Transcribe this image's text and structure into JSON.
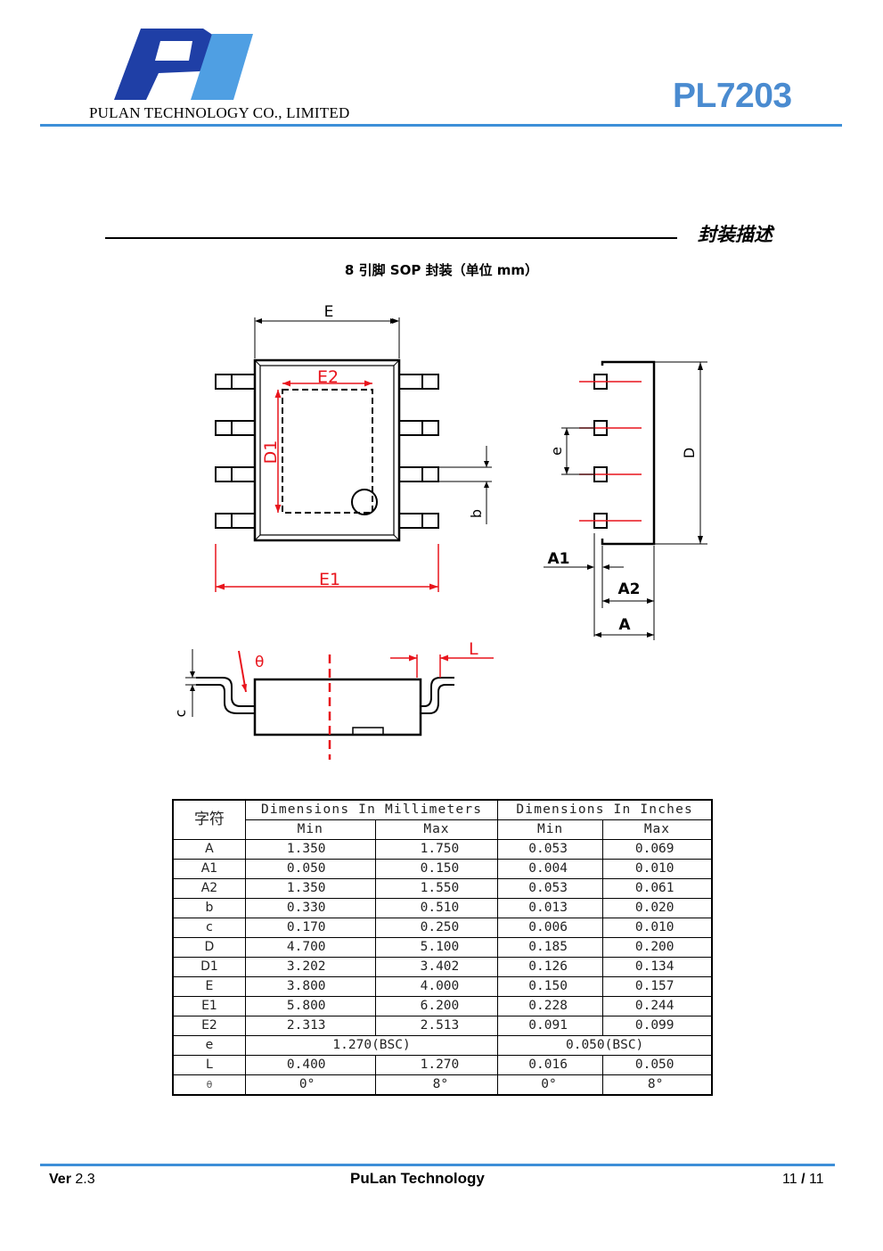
{
  "header": {
    "company": "PULAN TECHNOLOGY CO., LIMITED",
    "part_number": "PL7203",
    "brand_colors": {
      "logo_dark": "#1f3fa6",
      "logo_light": "#4f9fe3",
      "rule": "#3d8fd8",
      "part_number": "#4a8bd0"
    }
  },
  "section": {
    "title": "封装描述"
  },
  "package": {
    "title": "8 引脚 SOP 封装（单位 mm）"
  },
  "drawing": {
    "labels": {
      "E": "E",
      "E2": "E2",
      "D1": "D1",
      "E1": "E1",
      "b": "b",
      "e": "e",
      "D": "D",
      "A1": "A1",
      "A2": "A2",
      "A": "A",
      "theta": "θ",
      "L": "L",
      "c": "c"
    },
    "accent_color": "#e8141c"
  },
  "table": {
    "symbol_header": "字符",
    "group_mm": "Dimensions In Millimeters",
    "group_in": "Dimensions In Inches",
    "min": "Min",
    "max": "Max",
    "rows": [
      {
        "sym": "A",
        "mm_min": "1.350",
        "mm_max": "1.750",
        "in_min": "0.053",
        "in_max": "0.069"
      },
      {
        "sym": "A1",
        "mm_min": "0.050",
        "mm_max": "0.150",
        "in_min": "0.004",
        "in_max": "0.010"
      },
      {
        "sym": "A2",
        "mm_min": "1.350",
        "mm_max": "1.550",
        "in_min": "0.053",
        "in_max": "0.061"
      },
      {
        "sym": "b",
        "mm_min": "0.330",
        "mm_max": "0.510",
        "in_min": "0.013",
        "in_max": "0.020"
      },
      {
        "sym": "c",
        "mm_min": "0.170",
        "mm_max": "0.250",
        "in_min": "0.006",
        "in_max": "0.010"
      },
      {
        "sym": "D",
        "mm_min": "4.700",
        "mm_max": "5.100",
        "in_min": "0.185",
        "in_max": "0.200"
      },
      {
        "sym": "D1",
        "mm_min": "3.202",
        "mm_max": "3.402",
        "in_min": "0.126",
        "in_max": "0.134"
      },
      {
        "sym": "E",
        "mm_min": "3.800",
        "mm_max": "4.000",
        "in_min": "0.150",
        "in_max": "0.157"
      },
      {
        "sym": "E1",
        "mm_min": "5.800",
        "mm_max": "6.200",
        "in_min": "0.228",
        "in_max": "0.244"
      },
      {
        "sym": "E2",
        "mm_min": "2.313",
        "mm_max": "2.513",
        "in_min": "0.091",
        "in_max": "0.099"
      }
    ],
    "row_e": {
      "sym": "e",
      "mm": "1.270(BSC)",
      "in": "0.050(BSC)"
    },
    "row_L": {
      "sym": "L",
      "mm_min": "0.400",
      "mm_max": "1.270",
      "in_min": "0.016",
      "in_max": "0.050"
    },
    "row_theta": {
      "sym": "θ",
      "mm_min": "0°",
      "mm_max": "8°",
      "in_min": "0°",
      "in_max": "8°"
    }
  },
  "footer": {
    "version_label": "Ver",
    "version": "2.3",
    "center": "PuLan Technology",
    "page_current": "11",
    "page_sep": "/",
    "page_total": "11"
  }
}
